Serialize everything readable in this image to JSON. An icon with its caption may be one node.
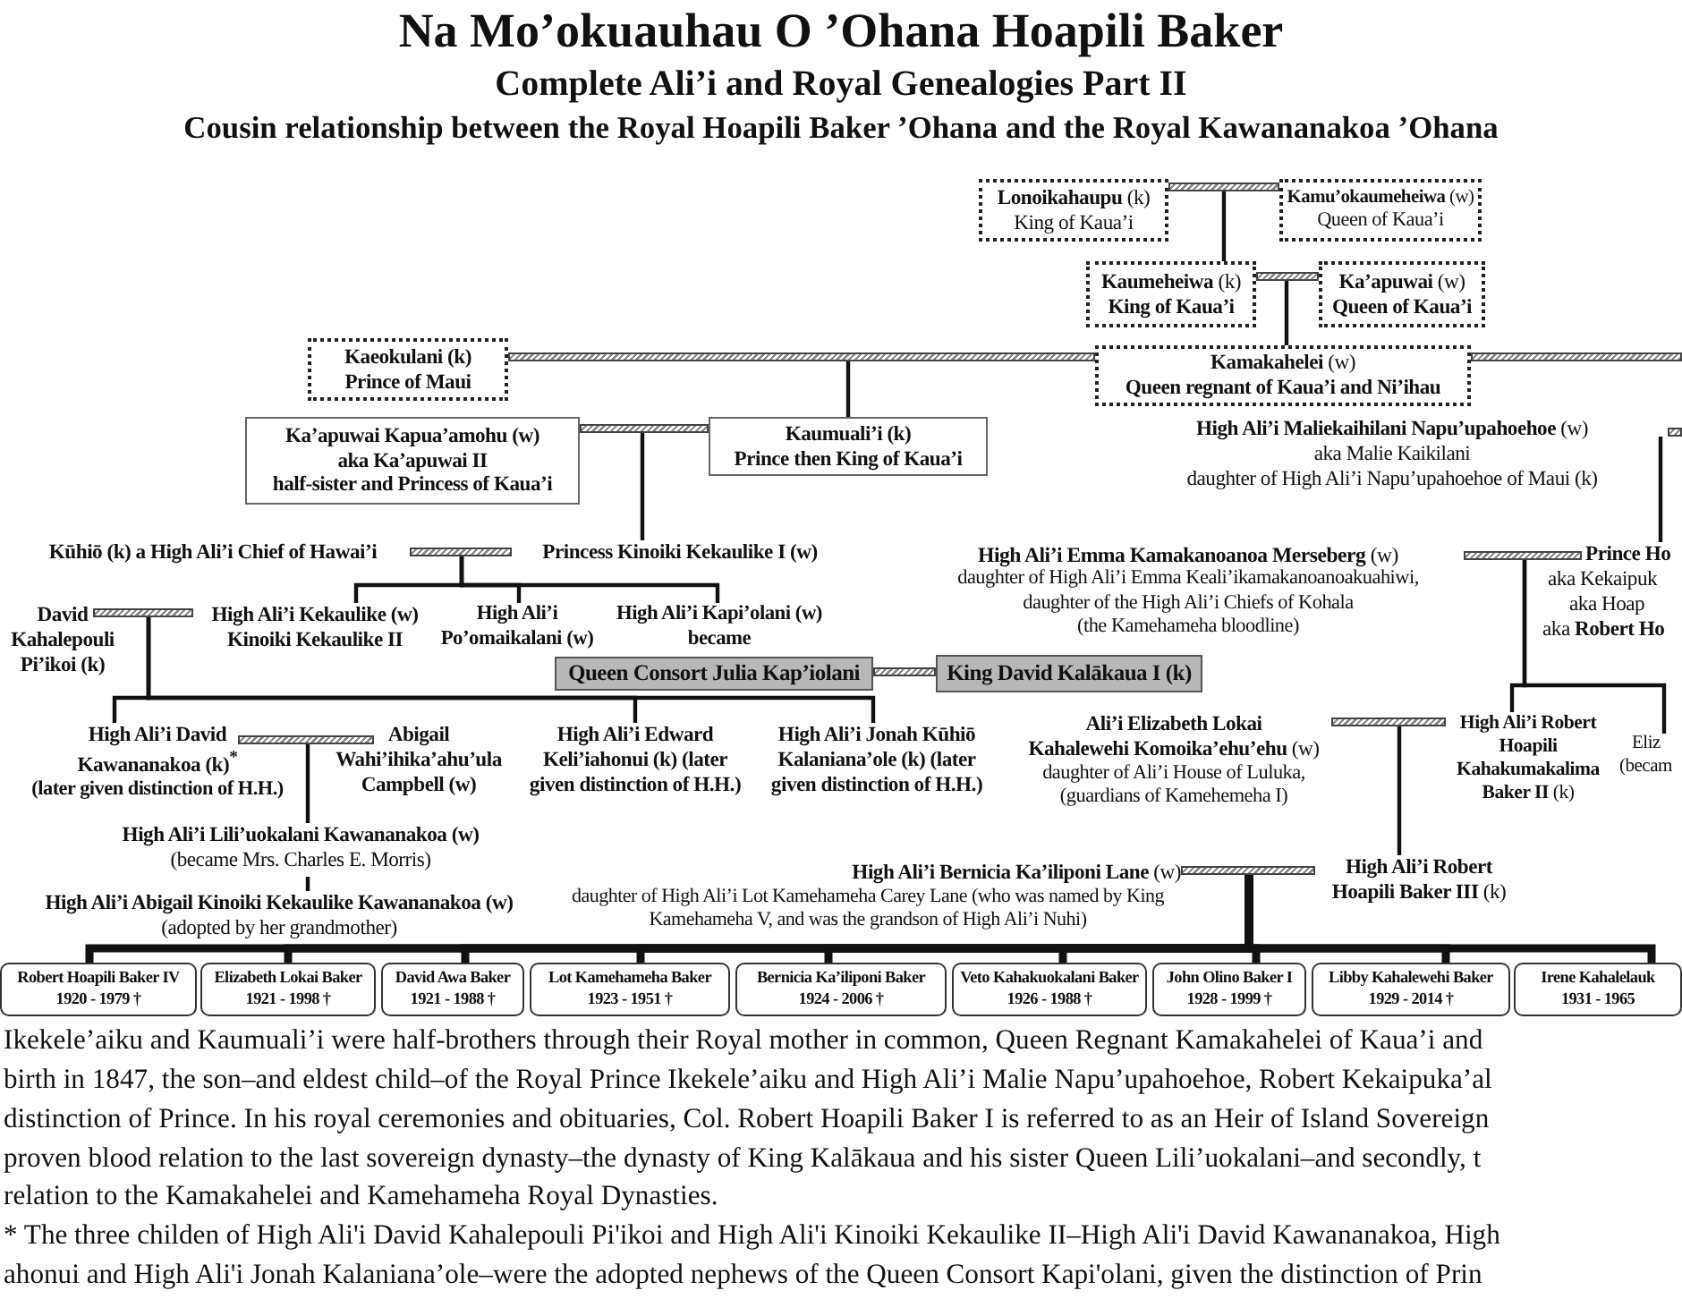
{
  "diagram": {
    "title": "Na Mo’okuauhau O ’Ohana Hoapili Baker",
    "nodes": [
      {
        "text": [
          "**Lonoikahaupu** (k)",
          "King of Kaua’i"
        ]
      },
      {
        "text": [],
        "shape": "bar"
      },
      {
        "text": [
          "**Kamu’okaumeheiwa** (w)",
          "Queen of Kaua’i"
        ]
      },
      {
        "text": [
          "**Kaumeheiwa** (k)",
          "King of Kaua’i"
        ]
      },
      {
        "text": [],
        "shape": "bar"
      },
      {
        "text": [
          "**Ka’apuwai** (w)",
          "Queen of Kaua’i"
        ]
      },
      {
        "text": [
          "Kaeokulani (k)",
          "Prince of Maui"
        ]
      },
      {
        "text": [],
        "shape": "bar"
      },
      {
        "text": [
          "**Kamakahelei** (w)",
          "Queen regnant of Kaua’i and Ni’ihau"
        ]
      },
      {
        "text": [],
        "shape": "bar"
      },
      {
        "text": [
          "Ka’apuwai Kapua’amohu (w)",
          "aka Ka’apuwai II",
          "half-sister and Princess of Kaua’i"
        ]
      },
      {
        "text": [],
        "shape": "bar"
      },
      {
        "text": [
          "Kaumuali’i (k)",
          "Prince then King of Kaua’i"
        ]
      },
      {
        "text": [
          "**High Ali’i Maliekaihilani Napu’upahoehoe** (w)",
          "aka Malie Kaikilani",
          "daughter of High Ali’i Napu’upahoehoe of Maui (k)"
        ]
      },
      {
        "text": [],
        "shape": "bar"
      },
      {
        "text": [
          "Kūhiō (k) a High Ali’i Chief of Hawai’i"
        ]
      },
      {
        "text": [],
        "shape": "bar"
      },
      {
        "text": [
          "Princess Kinoiki Kekaulike I (w)"
        ]
      },
      {
        "text": [
          "**High Ali’i Emma Kamakanoanoa Merseberg** (w)",
          "daughter of High Ali’i Emma Keali’ikamakanoanoakuahiwi,",
          "daughter of the High Ali’i Chiefs of Kohala",
          "(the Kamehameha bloodline)"
        ]
      },
      {
        "text": [],
        "shape": "bar"
      },
      {
        "text": [
          "Prince Ho",
          "aka Kekaipuk",
          "aka Hoap",
          "aka **Robert Ho**"
        ]
      },
      {
        "text": [
          "David Kahalepouli Pi’ikoi (k)"
        ]
      },
      {
        "text": [],
        "shape": "bar"
      },
      {
        "text": [
          "High Ali’i Kekaulike (w)",
          "Kinoiki Kekaulike II"
        ]
      },
      {
        "text": [
          "High Ali’i Po’omaikalani (w)"
        ]
      },
      {
        "text": [
          "High Ali’i Kapi’olani (w) became"
        ]
      },
      {
        "text": [
          "Queen Consort Julia Kap’iolani"
        ]
      },
      {
        "text": [],
        "shape": "bar"
      },
      {
        "text": [
          "King David Kalākaua I (k)"
        ]
      },
      {
        "text": [
          "High Ali’i David",
          "Kawananakoa (k)$^{*}$",
          "(later given distinction of H.H.)"
        ]
      },
      {
        "text": [],
        "shape": "bar"
      },
      {
        "text": [
          "Abigail Wahi’ihika’ahu’ula Campbell (w)"
        ]
      },
      {
        "text": [
          "High Ali’i Edward Keli’iahonui (k) (later given distinction of H.H.)"
        ]
      },
      {
        "text": [
          "High Ali’i Jonah Kūhiō Kalaniana’ole (k) (later given distinction of H.H.)"
        ]
      },
      {
        "text": [
          "Ali’i Elizabeth Lokai",
          "**Kahalewehi Komoika’ehu’ehu** (w)",
          "daughter of Ali’i House of Luluka,",
          "(guardians of Kamehemeha I)"
        ]
      },
      {
        "text": [],
        "shape": "bar"
      },
      {
        "text": [
          "**High Ali’i Robert Hoapili Kahakumakalima Baker II** (k)"
        ]
      },
      {
        "text": [
          "Eliz",
          "(becam"
        ]
      },
      {
        "text": [
          "High Ali’i Lili’uokalani Kawananakoa (w)",
          "(became Mrs. Charles E. Morris)"
        ]
      },
      {
        "text": [
          "High Ali’i Abigail Kinoiki Kekaulike Kawananakoa (w)",
          "(adopted by her grandmother)"
        ]
      },
      {
        "text": [
          "**High Ali’i Bernicia Ka’iliponi Lane** (w)",
          "daughter of High Ali’i Lot Kamehameha Carey Lane (who was named by King Kamehameha V, and was the grandson of High Ali’i Nuhi)"
        ]
      },
      {
        "text": [],
        "shape": "bar"
      },
      {
        "text": [
          "**High Ali’i Robert Hoapili Baker III** (k)"
        ]
      },
      {
        "text": [
          "Robert Hoapili Baker IV",
          "1920 - 1979 †"
        ]
      },
      {
        "text": [
          "Elizabeth Lokai Baker",
          "1921 - 1998 †"
        ]
      },
      {
        "text": [
          "David Awa Baker",
          "1921 - 1988 †"
        ]
      },
      {
        "text": [
          "Lot Kamehameha Baker",
          "1923 - 1951 †"
        ]
      },
      {
        "text": [
          "Bernicia Ka’iliponi Baker",
          "1924 - 2006 †"
        ]
      },
      {
        "text": [
          "Veto Kahakuokalani Baker",
          "1926 - 1988 †"
        ]
      },
      {
        "text": [
          "John Olino Baker I",
          "1928 - 1999 †"
        ]
      },
      {
        "text": [
          "Libby Kahalewehi Baker",
          "1929 - 2014 †"
        ]
      },
      {
        "text": [
          "Irene Kahalelauk",
          "1931 - 1965"
        ]
      }
    ],
    "edges": [
      {
        "from": 1,
        "to": 3,
        "arrow": "none"
      },
      {
        "from": 4,
        "to": 8,
        "arrow": "none"
      },
      {
        "from": 7,
        "to": 12,
        "arrow": "none"
      },
      {
        "from": 11,
        "to": 17,
        "arrow": "none"
      },
      {
        "from": 14,
        "to": 20,
        "arrow": "none"
      },
      {
        "from": 16,
        "to": 23,
        "arrow": "none"
      },
      {
        "from": 16,
        "to": 24,
        "arrow": "none"
      },
      {
        "from": 16,
        "to": 25,
        "arrow": "none"
      },
      {
        "from": 22,
        "to": 29,
        "arrow": "none"
      },
      {
        "from": 22,
        "to": 32,
        "arrow": "none"
      },
      {
        "from": 22,
        "to": 33,
        "arrow": "none"
      },
      {
        "from": 30,
        "to": 38,
        "arrow": "none"
      },
      {
        "from": 38,
        "to": 39,
        "arrow": "none"
      },
      {
        "from": 19,
        "to": 36,
        "arrow": "none"
      },
      {
        "from": 19,
        "to": 37,
        "arrow": "none"
      },
      {
        "from": 35,
        "to": 42,
        "arrow": "none"
      },
      {
        "from": 41,
        "to": 43,
        "arrow": "none",
        "style": "thick"
      },
      {
        "from": 41,
        "to": 44,
        "arrow": "none",
        "style": "thick"
      },
      {
        "from": 41,
        "to": 45,
        "arrow": "none",
        "style": "thick"
      },
      {
        "from": 41,
        "to": 46,
        "arrow": "none",
        "style": "thick"
      },
      {
        "from": 41,
        "to": 47,
        "arrow": "none",
        "style": "thick"
      },
      {
        "from": 41,
        "to": 48,
        "arrow": "none",
        "style": "thick"
      },
      {
        "from": 41,
        "to": 49,
        "arrow": "none",
        "style": "thick"
      },
      {
        "from": 41,
        "to": 50,
        "arrow": "none",
        "style": "thick"
      },
      {
        "from": 41,
        "to": 51,
        "arrow": "none",
        "style": "thick"
      }
    ],
    "labels": [
      "Complete Ali’i and Royal Genealogies Part II",
      "Cousin relationship between the Royal Hoapili Baker ’Ohana and the Royal Kawananakoa ’Ohana",
      "Ikekele’aiku and Kaumuali’i were half-brothers through their Royal mother in common, Queen Regnant Kamakahelei of Kaua’i and",
      "birth in 1847,  the son–and eldest child–of the Royal Prince Ikekele’aiku and High Ali’i Malie Napu’upahoehoe, Robert Kekaipuka’al",
      "distinction of Prince. In his royal ceremonies and obituaries, Col. Robert Hoapili Baker I is referred to as an Heir of Island Sovereign",
      "proven blood relation to the last sovereign dynasty–the dynasty of King Kalākaua and his sister Queen Lili’uokalani–and secondly, t",
      "relation to the Kamakahelei and Kamehameha Royal Dynasties.",
      "* The three childen of High Ali'i David Kahalepouli Pi'ikoi and High Ali'i Kinoiki Kekaulike II–High Ali'i David Kawananakoa, High",
      "ahonui and High Ali'i Jonah Kalaniana’ole–were the adopted nephews of the Queen Consort Kapi'olani, given the distinction of Prin"
    ]
  }
}
